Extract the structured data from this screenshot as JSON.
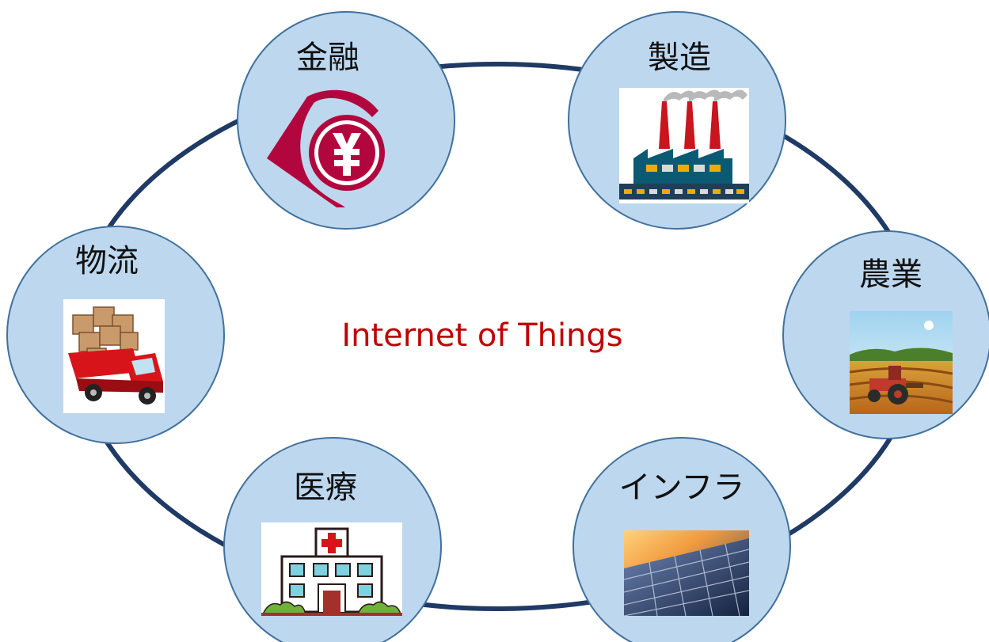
{
  "center_title": "Internet of Things",
  "colors": {
    "ring": "#1f3a64",
    "node_fill": "#bdd7ee",
    "node_stroke": "#41719c",
    "title": "#c00000"
  },
  "nodes": [
    {
      "label": "金融",
      "icon": "yen-finance-icon"
    },
    {
      "label": "製造",
      "icon": "factory-icon"
    },
    {
      "label": "農業",
      "icon": "tractor-field-icon"
    },
    {
      "label": "インフラ",
      "icon": "solar-panel-icon"
    },
    {
      "label": "医療",
      "icon": "hospital-icon"
    },
    {
      "label": "物流",
      "icon": "delivery-truck-icon"
    }
  ]
}
